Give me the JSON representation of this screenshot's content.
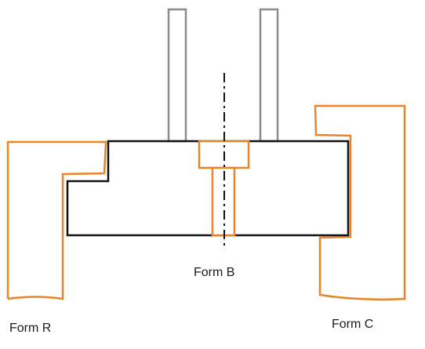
{
  "labels": {
    "form_b": "Form B",
    "form_r": "Form R",
    "form_c": "Form C"
  },
  "colors": {
    "form_outline": "#e8852a",
    "body_outline": "#111111",
    "pin_outline": "#8c8c8c",
    "centerline": "#111111",
    "background": "#ffffff"
  }
}
